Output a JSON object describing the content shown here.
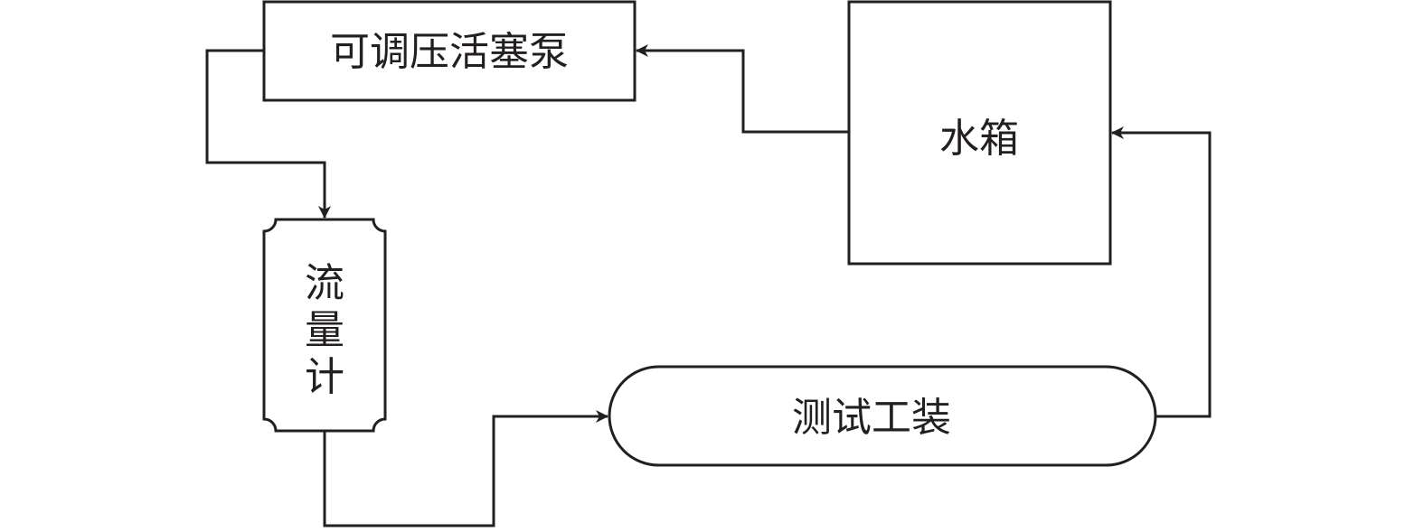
{
  "diagram": {
    "type": "flow-loop",
    "stroke_color": "#231f20",
    "background_color": "#ffffff",
    "nodes": [
      {
        "id": "pump",
        "label": "可调压活塞泵",
        "shape": "rectangle"
      },
      {
        "id": "tank",
        "label": "水箱",
        "shape": "rectangle"
      },
      {
        "id": "flowmeter",
        "label": "流量计",
        "chars": [
          "流",
          "量",
          "计"
        ],
        "shape": "notched-rectangle",
        "orientation": "vertical"
      },
      {
        "id": "fixture",
        "label": "测试工装",
        "shape": "stadium"
      }
    ],
    "edges": [
      {
        "from": "tank",
        "to": "pump"
      },
      {
        "from": "pump",
        "to": "flowmeter"
      },
      {
        "from": "flowmeter",
        "to": "fixture"
      },
      {
        "from": "fixture",
        "to": "tank"
      }
    ]
  }
}
